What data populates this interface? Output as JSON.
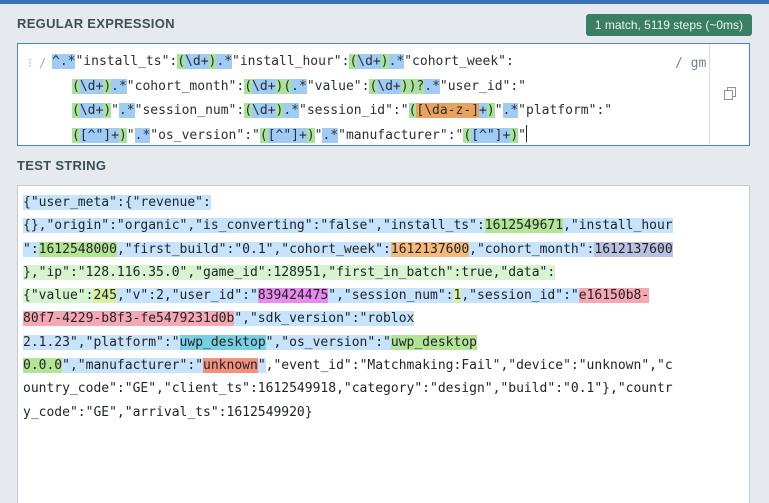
{
  "regex_section": {
    "title": "REGULAR EXPRESSION",
    "match_info": "1 match, 5119 steps (~0ms)",
    "delimiter": "/",
    "flags": "/ gm"
  },
  "regex_lines": [
    [
      {
        "t": "^",
        "c": "r-tok"
      },
      {
        "t": ".*",
        "c": "r-tok"
      },
      {
        "t": "\"install_ts\":",
        "c": ""
      },
      {
        "t": "(",
        "c": "r-grp"
      },
      {
        "t": "\\d+",
        "c": "r-tok"
      },
      {
        "t": ")",
        "c": "r-grp"
      },
      {
        "t": ".*",
        "c": "r-tok"
      },
      {
        "t": "\"install_hour\":",
        "c": ""
      },
      {
        "t": "(",
        "c": "r-grp"
      },
      {
        "t": "\\d+",
        "c": "r-tok"
      },
      {
        "t": ")",
        "c": "r-grp"
      },
      {
        "t": ".*",
        "c": "r-tok"
      },
      {
        "t": "\"cohort_week\":",
        "c": ""
      }
    ],
    [
      {
        "t": "(",
        "c": "r-grp"
      },
      {
        "t": "\\d+",
        "c": "r-tok"
      },
      {
        "t": ")",
        "c": "r-grp"
      },
      {
        "t": ".*",
        "c": "r-tok"
      },
      {
        "t": "\"cohort_month\":",
        "c": ""
      },
      {
        "t": "(",
        "c": "r-grp"
      },
      {
        "t": "\\d+",
        "c": "r-tok"
      },
      {
        "t": ")",
        "c": "r-grp"
      },
      {
        "t": "(",
        "c": "r-grp"
      },
      {
        "t": ".*",
        "c": "r-tok"
      },
      {
        "t": "\"value\":",
        "c": ""
      },
      {
        "t": "(",
        "c": "r-grp"
      },
      {
        "t": "\\d+",
        "c": "r-tok"
      },
      {
        "t": "))?",
        "c": "r-grp"
      },
      {
        "t": ".*",
        "c": "r-tok"
      },
      {
        "t": "\"user_id\":\"",
        "c": ""
      }
    ],
    [
      {
        "t": "(",
        "c": "r-grp"
      },
      {
        "t": "\\d+",
        "c": "r-tok"
      },
      {
        "t": ")",
        "c": "r-grp"
      },
      {
        "t": "\"",
        "c": ""
      },
      {
        "t": ".*",
        "c": "r-tok"
      },
      {
        "t": "\"session_num\":",
        "c": ""
      },
      {
        "t": "(",
        "c": "r-grp"
      },
      {
        "t": "\\d+",
        "c": "r-tok"
      },
      {
        "t": ")",
        "c": "r-grp"
      },
      {
        "t": ".*",
        "c": "r-tok"
      },
      {
        "t": "\"session_id\":\"",
        "c": ""
      },
      {
        "t": "(",
        "c": "r-grp"
      },
      {
        "t": "[\\da-z-]",
        "c": "r-cls"
      },
      {
        "t": "+",
        "c": "r-tok"
      },
      {
        "t": ")",
        "c": "r-grp"
      },
      {
        "t": "\"",
        "c": ""
      },
      {
        "t": ".*",
        "c": "r-tok"
      },
      {
        "t": "\"platform\":\"",
        "c": ""
      }
    ],
    [
      {
        "t": "(",
        "c": "r-grp"
      },
      {
        "t": "[^\"]",
        "c": "r-tok"
      },
      {
        "t": "+",
        "c": "r-tok"
      },
      {
        "t": ")",
        "c": "r-grp"
      },
      {
        "t": "\"",
        "c": ""
      },
      {
        "t": ".*",
        "c": "r-tok"
      },
      {
        "t": "\"os_version\":\"",
        "c": ""
      },
      {
        "t": "(",
        "c": "r-grp"
      },
      {
        "t": "[^\"]",
        "c": "r-tok"
      },
      {
        "t": "+",
        "c": "r-tok"
      },
      {
        "t": ")",
        "c": "r-grp"
      },
      {
        "t": "\"",
        "c": ""
      },
      {
        "t": ".*",
        "c": "r-tok"
      },
      {
        "t": "\"manufacturer\":\"",
        "c": ""
      },
      {
        "t": "(",
        "c": "r-grp"
      },
      {
        "t": "[^\"]",
        "c": "r-tok"
      },
      {
        "t": "+",
        "c": "r-tok"
      },
      {
        "t": ")",
        "c": "r-grp"
      },
      {
        "t": "\"",
        "c": ""
      },
      {
        "t": "",
        "c": "cursor"
      }
    ]
  ],
  "test_section": {
    "title": "TEST STRING"
  },
  "test_lines": [
    [
      {
        "t": "{\"user_meta\":{\"revenue\":",
        "c": "m-full"
      }
    ],
    [
      {
        "t": "{},\"origin\":\"organic\",\"is_converting\":\"false\",\"install_ts\":",
        "c": "m-full"
      },
      {
        "t": "1612549671",
        "c": "m-g1"
      },
      {
        "t": ",\"install_hour",
        "c": "m-full"
      }
    ],
    [
      {
        "t": "\":",
        "c": "m-full"
      },
      {
        "t": "1612548000",
        "c": "m-g1"
      },
      {
        "t": ",\"first_build\":\"0.1\",\"cohort_week\":",
        "c": "m-full"
      },
      {
        "t": "1612137600",
        "c": "m-g2"
      },
      {
        "t": ",\"cohort_month\":",
        "c": "m-full"
      },
      {
        "t": "1612137600",
        "c": "m-g3"
      }
    ],
    [
      {
        "t": "},\"ip\":\"128.116.35.0\",\"game_id\":128951,\"first_in_batch\":true,\"data\":",
        "c": "m-fade"
      }
    ],
    [
      {
        "t": "{\"value\":",
        "c": "m-fade"
      },
      {
        "t": "245",
        "c": "m-g4"
      },
      {
        "t": ",\"v\":2,\"user_id\":\"",
        "c": "m-full"
      },
      {
        "t": "839424475",
        "c": "m-g5"
      },
      {
        "t": "\",\"session_num\":",
        "c": "m-full"
      },
      {
        "t": "1",
        "c": "m-g4"
      },
      {
        "t": ",\"session_id\":\"",
        "c": "m-full"
      },
      {
        "t": "e16150b8-",
        "c": "m-g6"
      }
    ],
    [
      {
        "t": "80f7-4229-b8f3-fe5479231d0b",
        "c": "m-g6"
      },
      {
        "t": "\",\"sdk_version\":\"roblox",
        "c": "m-full"
      }
    ],
    [
      {
        "t": "2.1.23\",\"platform\":\"",
        "c": "m-full"
      },
      {
        "t": "uwp_desktop",
        "c": "m-g7"
      },
      {
        "t": "\",\"os_version\":\"",
        "c": "m-full"
      },
      {
        "t": "uwp_desktop",
        "c": "m-g1"
      }
    ],
    [
      {
        "t": "0.0.0",
        "c": "m-g1"
      },
      {
        "t": "\",\"manufacturer\":\"",
        "c": "m-full"
      },
      {
        "t": "unknown",
        "c": "m-g9"
      },
      {
        "t": "\"",
        "c": "m-full"
      },
      {
        "t": ",\"event_id\":\"Matchmaking:Fail\",\"device\":\"unknown\",\"c",
        "c": "m-norm"
      }
    ],
    [
      {
        "t": "ountry_code\":\"GE\",\"client_ts\":1612549918,\"category\":\"design\",\"build\":\"0.1\"},\"countr",
        "c": "m-norm"
      }
    ],
    [
      {
        "t": "y_code\":\"GE\",\"arrival_ts\":1612549920}",
        "c": "m-norm"
      }
    ]
  ],
  "icons": {
    "copy": "copy-icon"
  },
  "colors": {
    "accent": "#4a85c8",
    "badge": "#3a7f64",
    "topbar": "#3a72b8"
  }
}
